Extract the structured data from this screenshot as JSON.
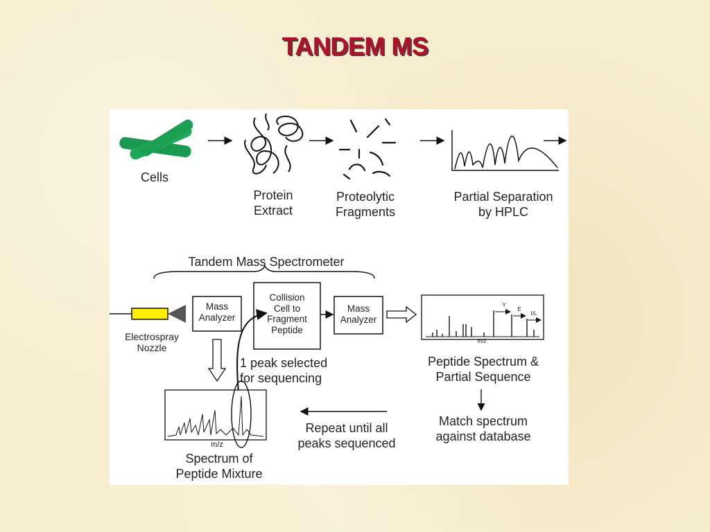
{
  "slide": {
    "title": "TANDEM MS"
  },
  "diagram": {
    "top_row": {
      "cells": "Cells",
      "protein_extract": "Protein\nExtract",
      "proteolytic_fragments": "Proteolytic\nFragments",
      "partial_separation": "Partial Separation\nby HPLC"
    },
    "tandem": {
      "brace_label": "Tandem Mass Spectrometer",
      "electrospray": "Electrospray\nNozzle",
      "mass_analyzer_1": "Mass\nAnalyzer",
      "collision_cell": "Collision\nCell to\nFragment\nPeptide",
      "mass_analyzer_2": "Mass\nAnalyzer",
      "peak_selected": "1 peak selected\nfor sequencing",
      "mz_1": "m/z",
      "spectrum_mixture": "Spectrum of\nPeptide Mixture",
      "repeat": "Repeat until all\npeaks sequenced",
      "peptide_spectrum": "Peptide Spectrum &\nPartial Sequence",
      "match": "Match spectrum\nagainst database",
      "mz_2": "m/z",
      "seq_letters": [
        "Y",
        "E",
        "I/L"
      ]
    }
  }
}
